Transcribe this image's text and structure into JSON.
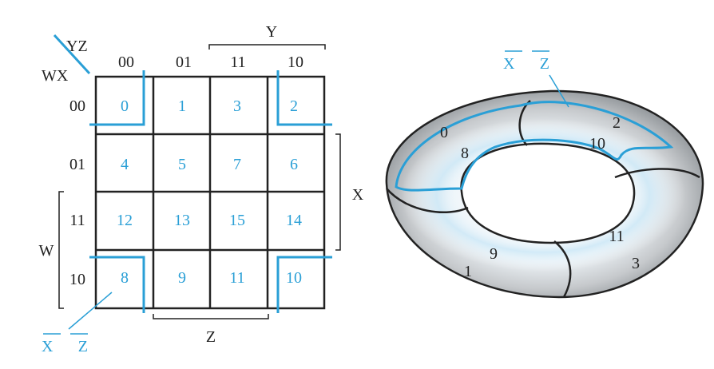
{
  "kmap": {
    "corner_row_var": "WX",
    "corner_col_var": "YZ",
    "col_headers": [
      "00",
      "01",
      "11",
      "10"
    ],
    "row_headers": [
      "00",
      "01",
      "11",
      "10"
    ],
    "cells": [
      [
        "0",
        "1",
        "3",
        "2"
      ],
      [
        "4",
        "5",
        "7",
        "6"
      ],
      [
        "12",
        "13",
        "15",
        "14"
      ],
      [
        "8",
        "9",
        "11",
        "10"
      ]
    ],
    "var_y": "Y",
    "var_x": "X",
    "var_w": "W",
    "var_z": "Z",
    "group_label": "X Z"
  },
  "torus": {
    "group_label": "X Z",
    "numbers": [
      "0",
      "8",
      "2",
      "10",
      "11",
      "9",
      "1",
      "3"
    ]
  },
  "colors": {
    "ink": "#222222",
    "accent": "#2a9fd6"
  }
}
